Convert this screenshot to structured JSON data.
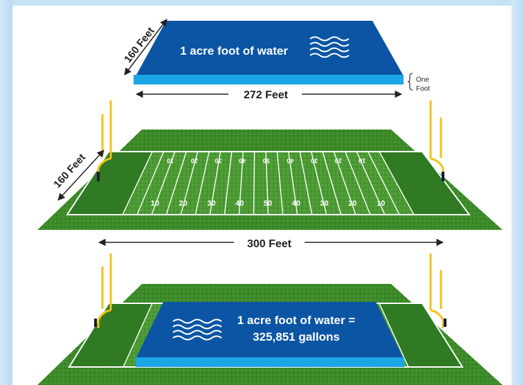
{
  "top_slab": {
    "text": "1 acre foot of water",
    "width_label": "160 Feet",
    "length_label": "272 Feet",
    "depth_label_line1": "One",
    "depth_label_line2": "Foot"
  },
  "field": {
    "width_label": "160 Feet",
    "length_label": "300 Feet",
    "yard_numbers_top": [
      "10",
      "20",
      "30",
      "40",
      "50",
      "40",
      "30",
      "20",
      "10"
    ],
    "yard_numbers_bottom": [
      "10",
      "20",
      "30",
      "40",
      "50",
      "40",
      "30",
      "20",
      "10"
    ]
  },
  "bottom_slab": {
    "line1": "1 acre foot of water =",
    "line2": "325,851 gallons"
  },
  "colors": {
    "water_top": "#0b59a8",
    "water_edge": "#1fa9e8",
    "grass": "#3f8f2a",
    "grass_dark": "#2b6b1d",
    "goalpost": "#f2c21a",
    "sidebar": "#c9e4f7"
  },
  "icons": [
    "wave-icon",
    "goalpost-icon"
  ]
}
